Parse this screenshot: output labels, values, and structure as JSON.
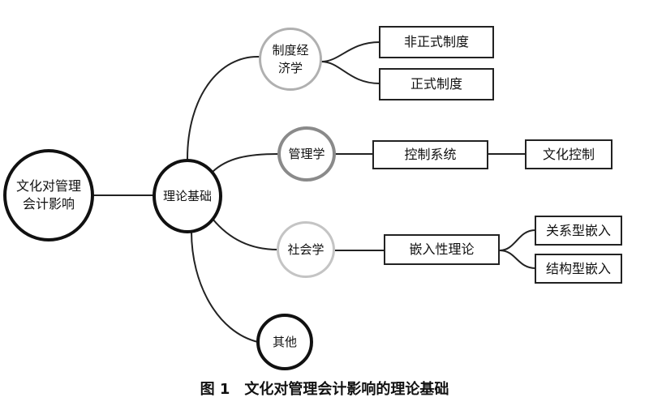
{
  "diagram": {
    "root": "文化对管理会计影响",
    "hub": "理论基础",
    "branches": {
      "institutional_economics": "制度经济学",
      "management": "管理学",
      "sociology": "社会学",
      "other": "其他"
    },
    "leaves": {
      "informal_institution": "非正式制度",
      "formal_institution": "正式制度",
      "control_system": "控制系统",
      "cultural_control": "文化控制",
      "embeddedness_theory": "嵌入性理论",
      "relational_embeddedness": "关系型嵌入",
      "structural_embeddedness": "结构型嵌入"
    },
    "colors": {
      "dark_stroke": "#111111",
      "gray_stroke": "#888888",
      "light_stroke": "#b8b8b8"
    }
  },
  "caption": "图 1　文化对管理会计影响的理论基础"
}
